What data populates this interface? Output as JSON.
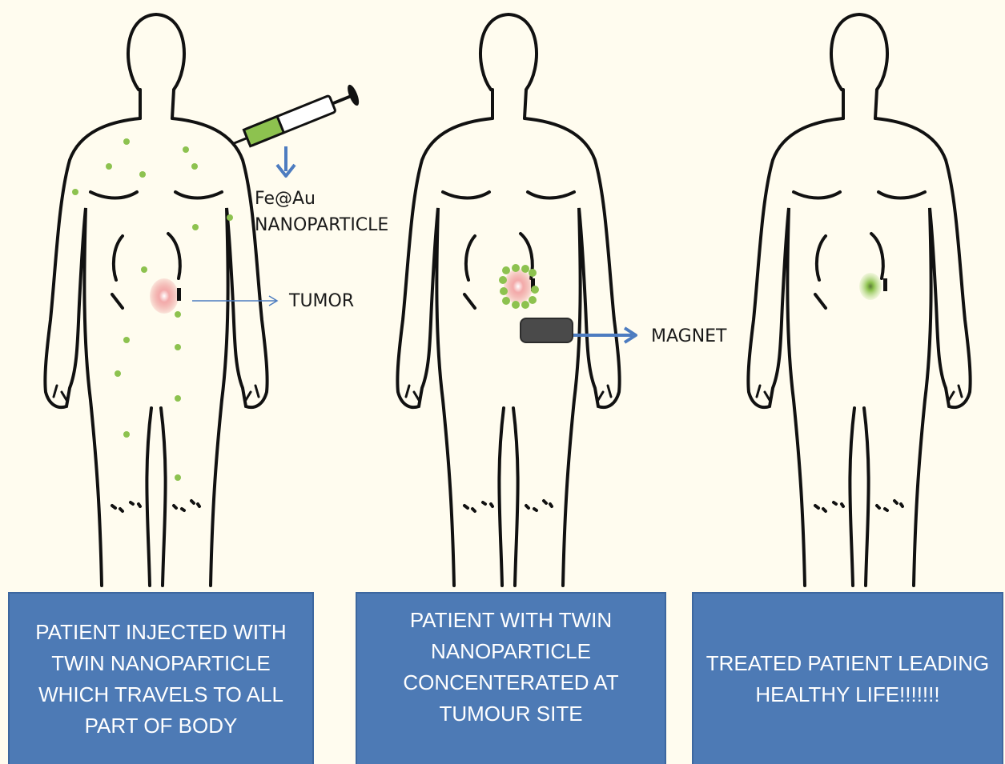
{
  "labels": {
    "nanoparticle": [
      "Fe@Au",
      "NANOPARTICLE"
    ],
    "tumor": "TUMOR",
    "magnet": "MAGNET"
  },
  "panels": [
    {
      "lines": [
        "PATIENT INJECTED WITH",
        "TWIN NANOPARTICLE",
        "WHICH TRAVELS TO ALL",
        "PART OF BODY"
      ]
    },
    {
      "lines": [
        "PATIENT WITH TWIN",
        "NANOPARTICLE",
        "CONCENTERATED AT",
        "TUMOUR SITE"
      ]
    },
    {
      "lines": [
        "TREATED PATIENT LEADING",
        "HEALTHY LIFE!!!!!!!"
      ]
    }
  ],
  "colors": {
    "background": "#fffcef",
    "panel": "#4d7ab5",
    "panel_text": "#ffffff",
    "outline": "#111111",
    "nanoparticle": "#8dc24f",
    "tumor": "#e98a8a",
    "arrow": "#4d7cc0",
    "magnet": "#4a4a4a"
  }
}
